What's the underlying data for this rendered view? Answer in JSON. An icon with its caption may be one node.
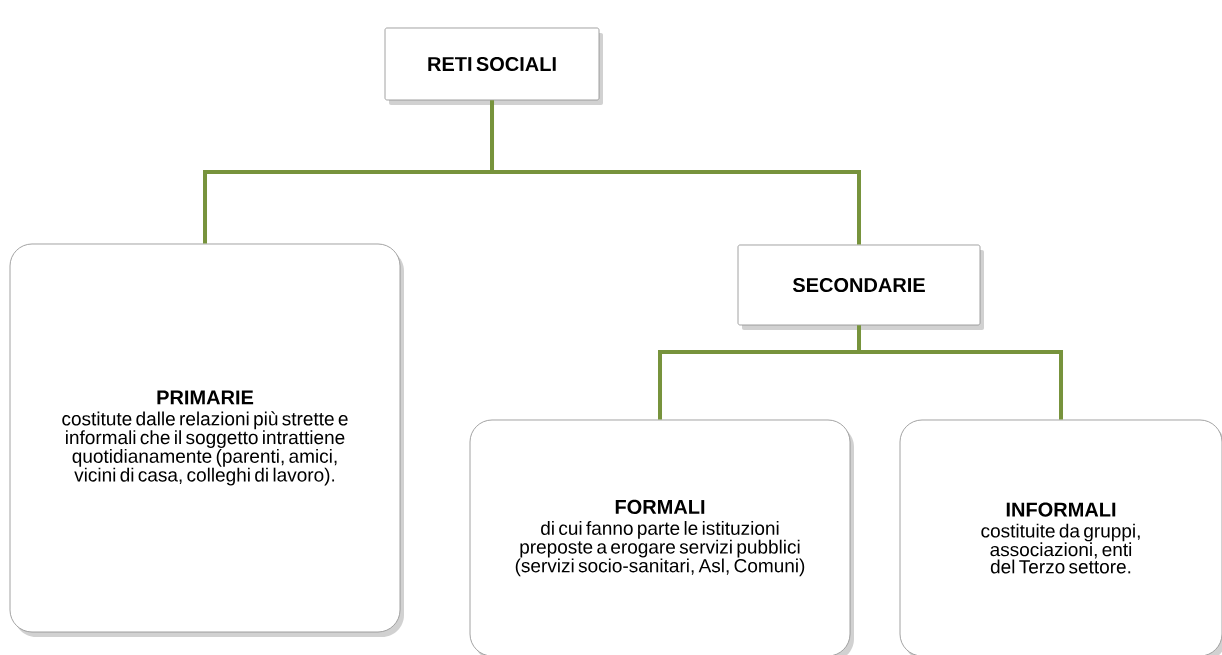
{
  "diagram": {
    "nodes": [
      {
        "text": [
          "RETI SOCIALI"
        ]
      },
      {
        "text": [
          "PRIMARIE",
          "costitute dalle relazioni più strette e informali che il soggetto intrattiene quotidianamente (parenti, amici, vicini di casa, colleghi di lavoro)."
        ]
      },
      {
        "text": [
          "SECONDARIE"
        ]
      },
      {
        "text": [
          "FORMALI",
          "di cui fanno parte le istituzioni preposte a erogare servizi pubblici (servizi socio-sanitari, Asl, Comuni)"
        ]
      },
      {
        "text": [
          "INFORMALI",
          "costituite da gruppi, associazioni, enti del Terzo settore."
        ]
      }
    ],
    "edges": [
      {
        "from": 0,
        "to": 1,
        "arrow": "none"
      },
      {
        "from": 0,
        "to": 2,
        "arrow": "none"
      },
      {
        "from": 2,
        "to": 3,
        "arrow": "none"
      },
      {
        "from": 2,
        "to": 4,
        "arrow": "none"
      }
    ]
  }
}
